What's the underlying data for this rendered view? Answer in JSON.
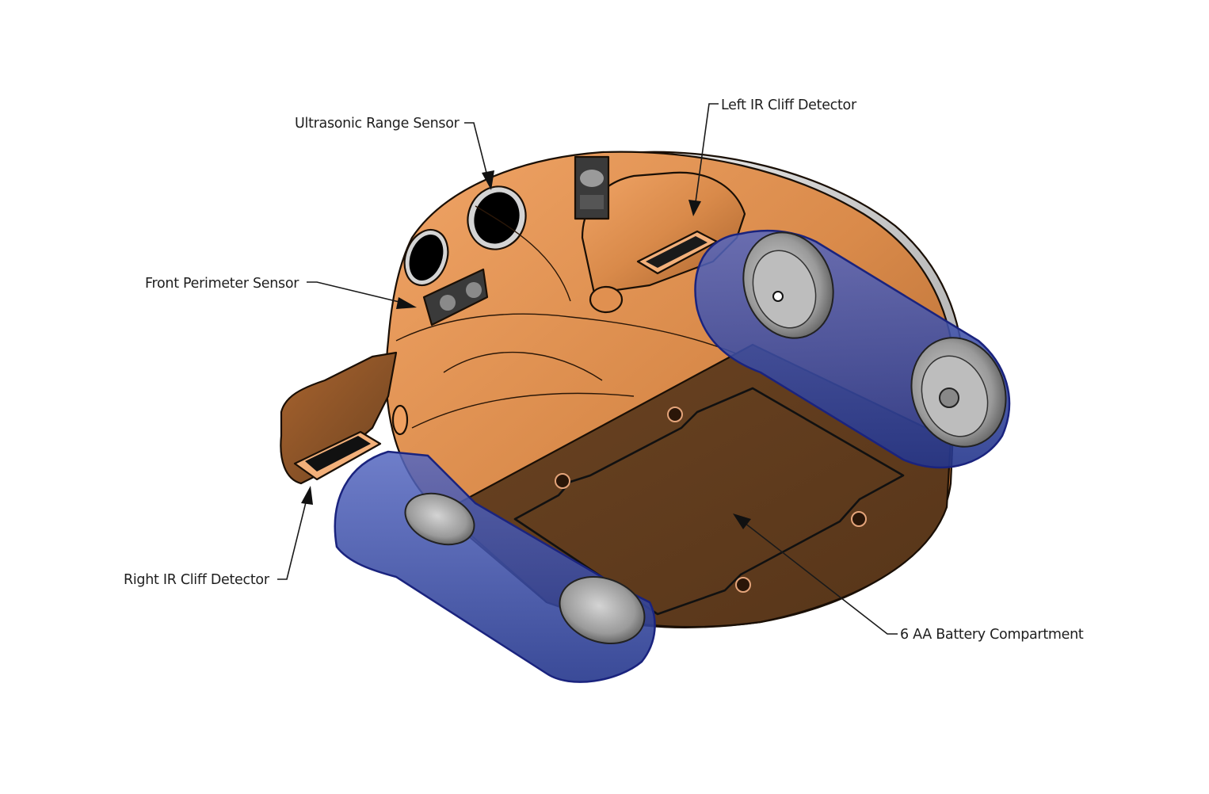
{
  "figure": {
    "subject": "Tracked robot, underside isometric view",
    "callouts": [
      {
        "id": "ultrasonic",
        "label": "Ultrasonic Range Sensor"
      },
      {
        "id": "left-ir",
        "label": "Left IR Cliff Detector"
      },
      {
        "id": "front-perimeter",
        "label": "Front Perimeter Sensor"
      },
      {
        "id": "right-ir",
        "label": "Right IR Cliff Detector"
      },
      {
        "id": "battery",
        "label": "6 AA Battery Compartment"
      }
    ]
  },
  "colors": {
    "body_light": "#e8955a",
    "body_mid": "#c87838",
    "body_dark": "#6b4220",
    "baseplate": "#5e3a1c",
    "track_blue": "#2a3f9a",
    "wheel_gray": "#9a9a9a",
    "shell_gray": "#d8d8d8",
    "outline": "#1a0f05"
  }
}
